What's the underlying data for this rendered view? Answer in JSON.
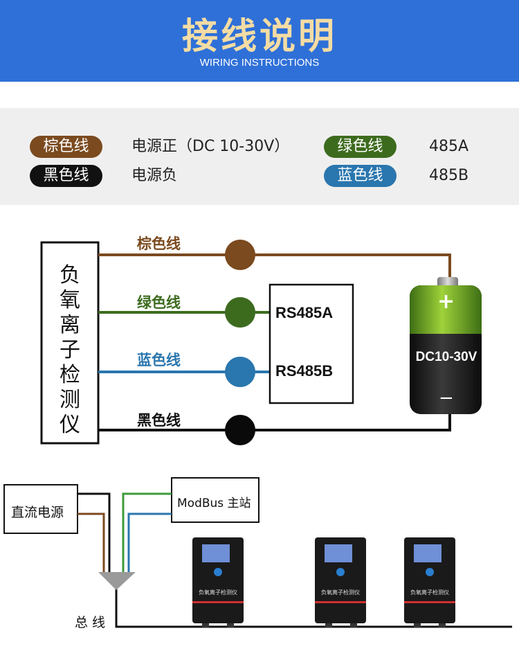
{
  "header": {
    "title": "接线说明",
    "subtitle": "WIRING INSTRUCTIONS"
  },
  "legend": [
    {
      "wire": "棕色线",
      "meaning": "电源正（DC 10-30V）",
      "color": "#7b4a1f"
    },
    {
      "wire": "黑色线",
      "meaning": "电源负",
      "color": "#111111"
    },
    {
      "wire": "绿色线",
      "meaning": "485A",
      "color": "#3d6b1e"
    },
    {
      "wire": "蓝色线",
      "meaning": "485B",
      "color": "#2a76ae"
    }
  ],
  "diagram": {
    "device_label": "负氧离子检测仪",
    "wires": [
      {
        "label": "棕色线",
        "color": "#7b4a1f"
      },
      {
        "label": "绿色线",
        "color": "#3d6b1e"
      },
      {
        "label": "蓝色线",
        "color": "#2a76ae"
      },
      {
        "label": "黑色线",
        "color": "#111111"
      }
    ],
    "rs485a": "RS485A",
    "rs485b": "RS485B",
    "battery": {
      "plus": "+",
      "minus": "−",
      "label": "DC10-30V"
    }
  },
  "bus": {
    "power": "直流电源",
    "master": "ModBus 主站",
    "bus_label": "总 线",
    "device_name": "负氧离子检测仪"
  }
}
